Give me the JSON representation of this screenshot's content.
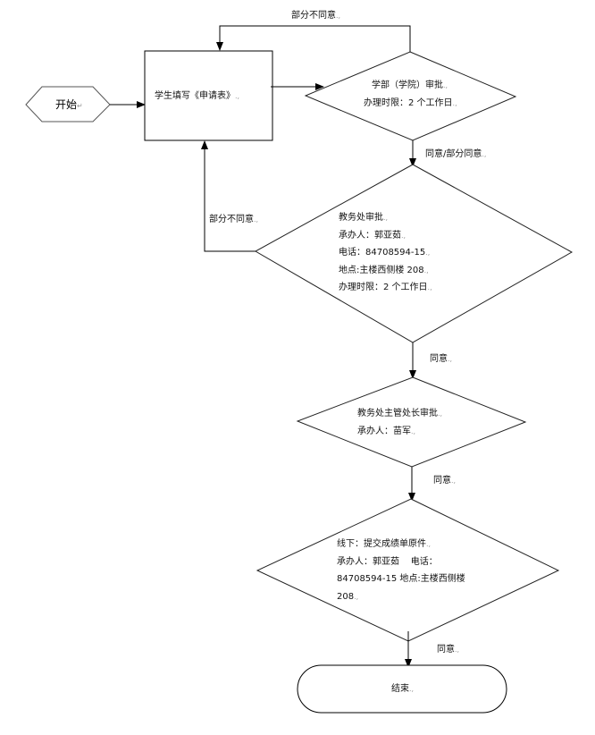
{
  "start": {
    "label": "开始",
    "mark": "↵"
  },
  "apply": {
    "label": "学生填写《申请表》",
    "mark": ".,"
  },
  "step1": {
    "lines": [
      "学部（学院）审批",
      "办理时限：2 个工作日"
    ],
    "mark": ".,"
  },
  "step2": {
    "lines": [
      "教务处审批",
      "承办人：郭亚茹",
      "电话：84708594-15",
      "地点:主楼西侧楼 208",
      "办理时限：2 个工作日"
    ],
    "mark": ".,"
  },
  "step3": {
    "lines": [
      "教务处主管处长审批",
      "承办人：苗军"
    ],
    "mark": ".,"
  },
  "step4": {
    "lines": [
      "线下：提交成绩单原件",
      "承办人：郭亚茹    电话：",
      "84708594-15 地点:主楼西侧楼",
      "208"
    ],
    "mark": ".,"
  },
  "end": {
    "label": "结束",
    "mark": ".,"
  },
  "edges": {
    "step1_reject": "部分不同意",
    "step1_approve": "同意/部分同意",
    "step2_reject": "部分不同意",
    "step2_approve": "同意",
    "step3_approve": "同意",
    "step4_approve": "同意",
    "mark": ".,"
  }
}
